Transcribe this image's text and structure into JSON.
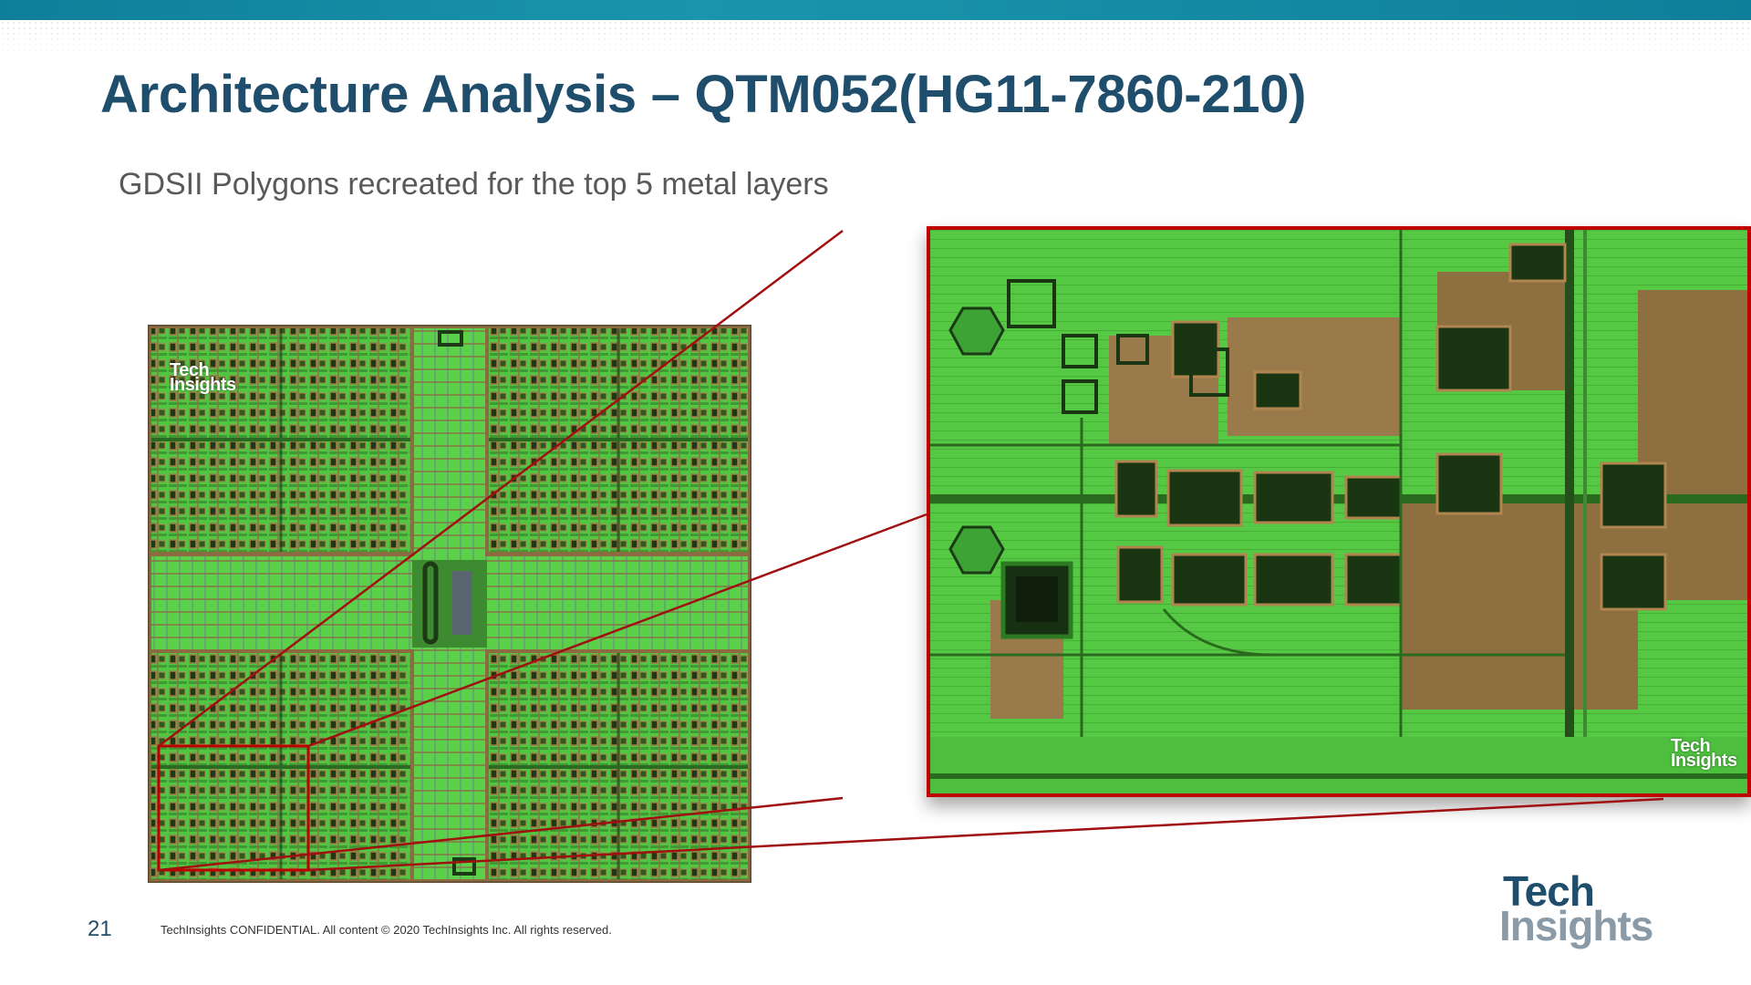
{
  "slide": {
    "title": "Architecture Analysis – QTM052(HG11-7860-210)",
    "subtitle": "GDSII Polygons recreated for the top 5 metal layers",
    "page_number": "21",
    "footer": "TechInsights CONFIDENTIAL. All content © 2020 TechInsights Inc. All rights reserved.",
    "logo": {
      "line1": "Tech",
      "line2": "Insights"
    },
    "watermark": {
      "line1": "Tech",
      "line2": "Insights"
    }
  },
  "colors": {
    "accent_bar": "#0e7f9a",
    "title": "#1f4e6c",
    "subtitle": "#595959",
    "highlight": "#c00000",
    "metal_green": "#4fc943",
    "substrate_brown": "#9a7a4a"
  }
}
